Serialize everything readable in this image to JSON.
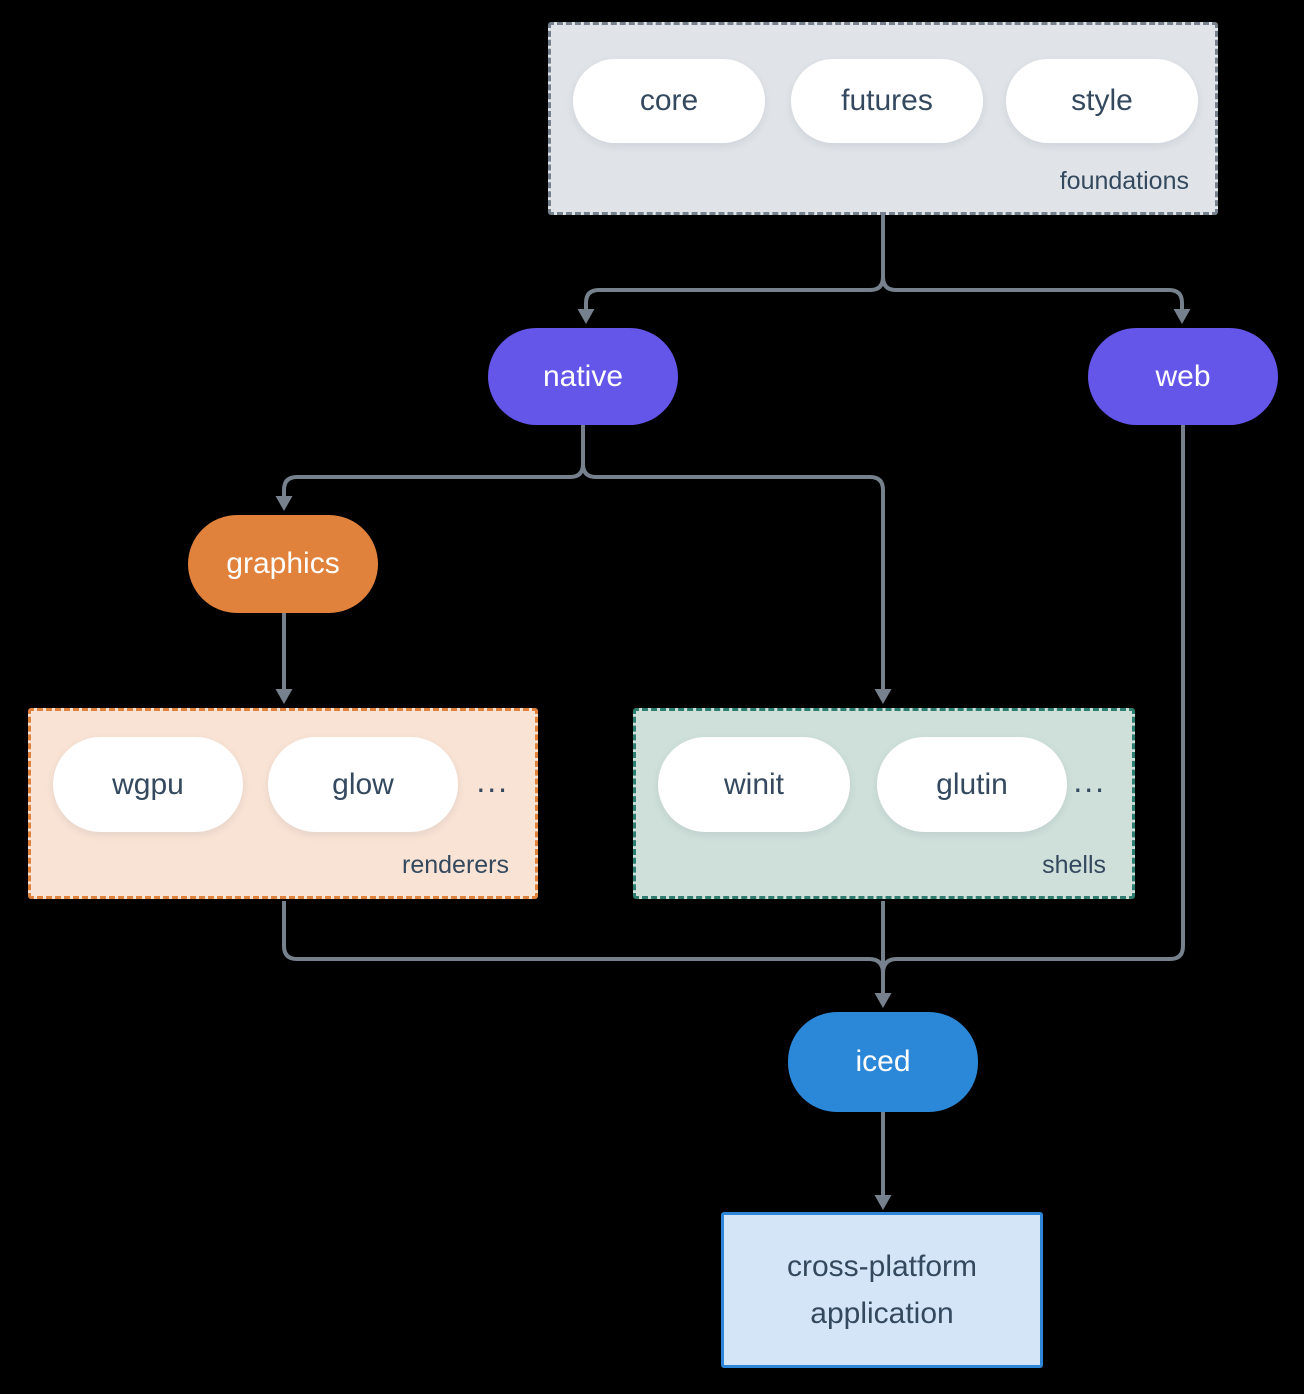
{
  "diagram": {
    "background": "#000000",
    "line_color": "#76818d",
    "text_color": "#34495e",
    "foundations": {
      "name": "foundations",
      "pills": [
        "core",
        "futures",
        "style"
      ],
      "fill": "#e0e4e8",
      "border": "#76818d"
    },
    "native": {
      "label": "native",
      "fill": "#6456e8"
    },
    "web": {
      "label": "web",
      "fill": "#6456e8"
    },
    "graphics": {
      "label": "graphics",
      "fill": "#e0813c"
    },
    "renderers": {
      "name": "renderers",
      "pills": [
        "wgpu",
        "glow"
      ],
      "ellipsis": "...",
      "fill": "#f9e3d4",
      "border": "#e0813c"
    },
    "shells": {
      "name": "shells",
      "pills": [
        "winit",
        "glutin"
      ],
      "ellipsis": "...",
      "fill": "#cfe0da",
      "border": "#2e7d6e"
    },
    "iced": {
      "label": "iced",
      "fill": "#2b87d8"
    },
    "application": {
      "line1": "cross-platform",
      "line2": "application",
      "fill": "#d3e5f7",
      "border": "#2e86d8"
    }
  }
}
